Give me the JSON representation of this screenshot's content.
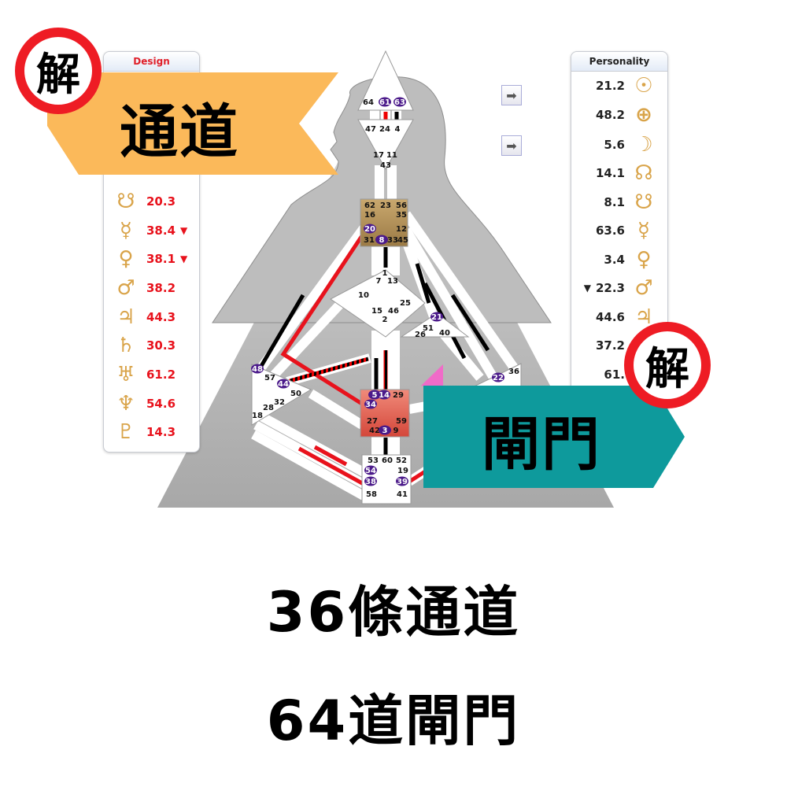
{
  "design_panel": {
    "title": "Design",
    "rows": [
      {
        "glyph": "☋",
        "value": "20.3",
        "mark": ""
      },
      {
        "glyph": "☿",
        "value": "38.4",
        "mark": "▼"
      },
      {
        "glyph": "♀",
        "value": "38.1",
        "mark": "▼"
      },
      {
        "glyph": "♂",
        "value": "38.2",
        "mark": ""
      },
      {
        "glyph": "♃",
        "value": "44.3",
        "mark": ""
      },
      {
        "glyph": "♄",
        "value": "30.3",
        "mark": ""
      },
      {
        "glyph": "♅",
        "value": "61.2",
        "mark": ""
      },
      {
        "glyph": "♆",
        "value": "54.6",
        "mark": ""
      },
      {
        "glyph": "♇",
        "value": "14.3",
        "mark": ""
      }
    ]
  },
  "personality_panel": {
    "title": "Personality",
    "rows": [
      {
        "glyph": "☉",
        "value": "21.2",
        "mark": ""
      },
      {
        "glyph": "⊕",
        "value": "48.2",
        "mark": ""
      },
      {
        "glyph": "☽",
        "value": "5.6",
        "mark": ""
      },
      {
        "glyph": "☊",
        "value": "14.1",
        "mark": ""
      },
      {
        "glyph": "☋",
        "value": "8.1",
        "mark": ""
      },
      {
        "glyph": "☿",
        "value": "63.6",
        "mark": ""
      },
      {
        "glyph": "♀",
        "value": "3.4",
        "mark": ""
      },
      {
        "glyph": "♂",
        "value": "22.3",
        "mark": "▼"
      },
      {
        "glyph": "♃",
        "value": "44.6",
        "mark": ""
      },
      {
        "glyph": "",
        "value": "37.2",
        "mark": ""
      },
      {
        "glyph": "",
        "value": "61.",
        "mark": ""
      }
    ]
  },
  "arrow_buttons": [
    "arrow-right-icon",
    "arrow-right-icon"
  ],
  "gates": {
    "plain": [
      "64",
      "47",
      "24",
      "4",
      "17",
      "11",
      "43",
      "62",
      "23",
      "56",
      "16",
      "35",
      "12",
      "31",
      "33",
      "45",
      "1",
      "7",
      "13",
      "10",
      "25",
      "15",
      "46",
      "2",
      "51",
      "26",
      "40",
      "36",
      "57",
      "50",
      "32",
      "28",
      "18",
      "29",
      "27",
      "59",
      "42",
      "9",
      "53",
      "60",
      "52",
      "19",
      "58",
      "41"
    ],
    "active": [
      "61",
      "63",
      "20",
      "8",
      "21",
      "22",
      "48",
      "44",
      "5",
      "14",
      "34",
      "3",
      "54",
      "38",
      "39"
    ]
  },
  "banners": {
    "channels": "通道",
    "gates": "閘門",
    "seal_char": "解"
  },
  "footer": {
    "line1": "36條通道",
    "line2": "64道閘門"
  },
  "colors": {
    "design_red": "#e8121c",
    "orange_banner": "#fbb95a",
    "teal_banner": "#0e9a9c",
    "seal_red": "#ee1c24",
    "gate_purple": "#4b1a8a"
  }
}
